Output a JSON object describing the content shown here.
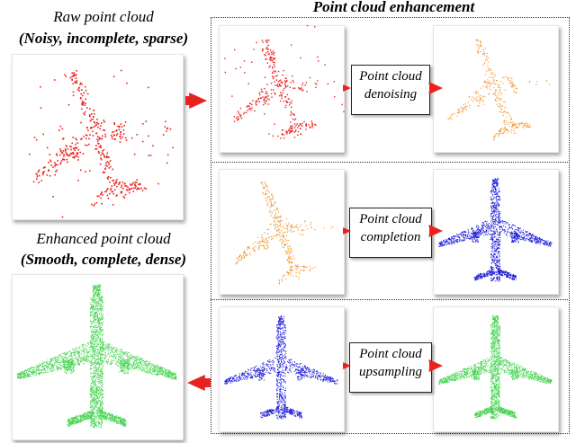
{
  "raw": {
    "title": "Raw point cloud",
    "subtitle": "(Noisy, incomplete, sparse)"
  },
  "enhanced": {
    "title": "Enhanced point cloud",
    "subtitle": "(Smooth, complete, dense)"
  },
  "section": {
    "title": "Point cloud enhancement"
  },
  "operations": [
    {
      "line1": "Point cloud",
      "line2": "denoising"
    },
    {
      "line1": "Point cloud",
      "line2": "completion"
    },
    {
      "line1": "Point cloud",
      "line2": "upsampling"
    }
  ],
  "colors": {
    "noisy": "#e8231f",
    "orange": "#f0922a",
    "blue": "#1a1ad8",
    "green": "#3fd24a",
    "arrow": "#e8231f"
  }
}
